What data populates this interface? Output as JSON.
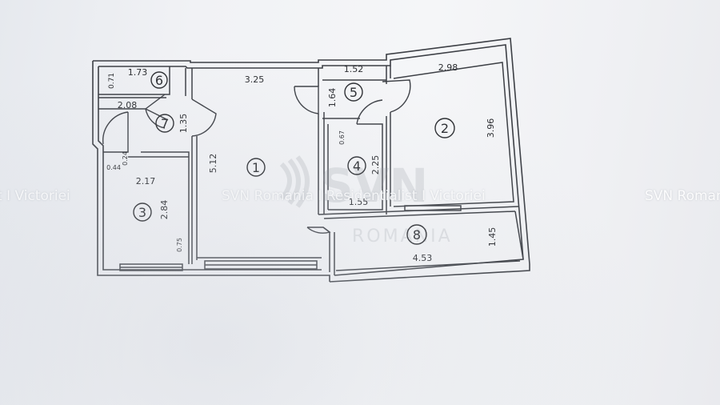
{
  "watermark": {
    "left_fragment": "t I Victoriei",
    "center": "SVN Romania I Residentialist I Victoriei",
    "right_fragment": "SVN Romania"
  },
  "logo": {
    "brand": "SVN",
    "country": "ROMANIA"
  },
  "rooms": [
    {
      "number": "1",
      "width": "3.25",
      "length": "5.12"
    },
    {
      "number": "2",
      "width": "2.98",
      "length": "3.96"
    },
    {
      "number": "3",
      "width": "2.17",
      "length": "2.84"
    },
    {
      "number": "4",
      "width": "1.55",
      "length": "2.25"
    },
    {
      "number": "5",
      "width": "1.52",
      "length": "1.64"
    },
    {
      "number": "6",
      "width": "1.73",
      "length": "0.71"
    },
    {
      "number": "7",
      "width": "2.08",
      "length": "1.35"
    },
    {
      "number": "8",
      "width": "4.53",
      "length": "1.45"
    }
  ],
  "extra_dims": {
    "d044": "0.44",
    "d024": "0.24",
    "d075": "0.75",
    "d067": "0.67"
  }
}
